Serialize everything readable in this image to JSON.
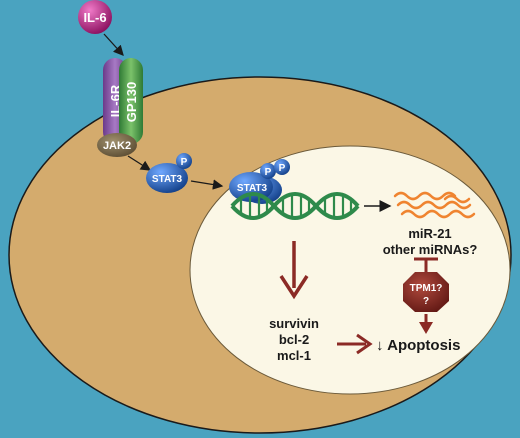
{
  "colors": {
    "background": "#4aa3c0",
    "cell": "#d4ab6d",
    "nucleus": "#fbf7e6",
    "il6": "#c21d86",
    "il6r": "#8a4aa1",
    "gp130": "#4aa14d",
    "jak2": "#7d6a4a",
    "stat3": "#1f63b5",
    "dna": "#2e8a4b",
    "mirna": "#ef8430",
    "inhibition": "#8b2a25",
    "tpm1": "#8b2a25",
    "arrow": "#1a1a1a"
  },
  "labels": {
    "il6": "IL-6",
    "il6r": "IL-6R",
    "gp130": "GP130",
    "jak2": "JAK2",
    "stat3_cytoplasm": "STAT3",
    "stat3_nucleus": "STAT3",
    "phospho": "P",
    "mirna_line1": "miR-21",
    "mirna_line2": "other miRNAs?",
    "tpm1_line1": "TPM1?",
    "tpm1_line2": "?",
    "gene1": "survivin",
    "gene2": "bcl-2",
    "gene3": "mcl-1",
    "apoptosis": "↓ Apoptosis"
  }
}
